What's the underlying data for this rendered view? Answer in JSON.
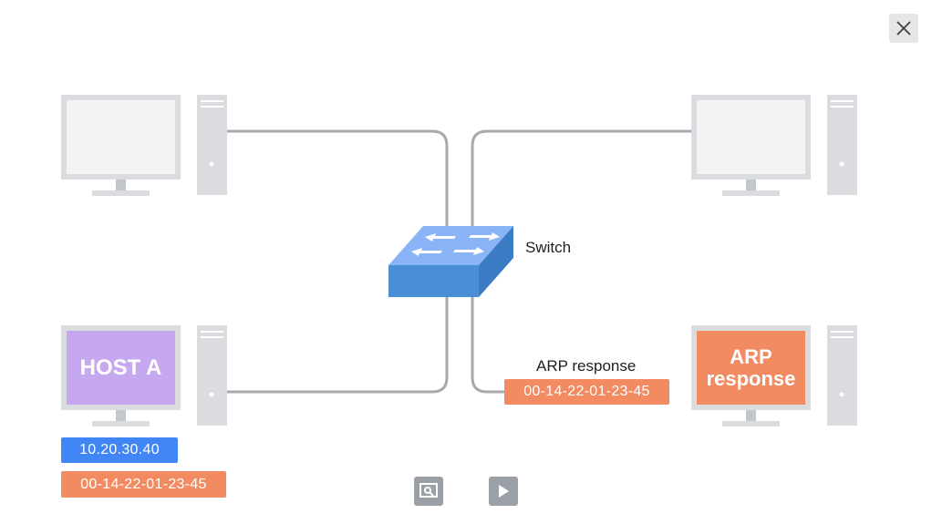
{
  "switch": {
    "label": "Switch"
  },
  "host_a": {
    "screen_text": "HOST A",
    "ip_address": "10.20.30.40",
    "mac_address": "00-14-22-01-23-45"
  },
  "arp": {
    "cable_label": "ARP response",
    "cable_mac": "00-14-22-01-23-45",
    "screen_text": "ARP\nresponse"
  },
  "colors": {
    "cable": "#9aa0a6",
    "computer": "#dadce0",
    "host_a_screen": "#c5a8f0",
    "ip_tag": "#4285f4",
    "mac_tag": "#f28b62",
    "switch_top": "#8ab4f8",
    "switch_front": "#4a8fd6"
  },
  "icons": [
    "close-icon",
    "search-screen-icon",
    "play-icon",
    "switch-arrows-icon"
  ]
}
